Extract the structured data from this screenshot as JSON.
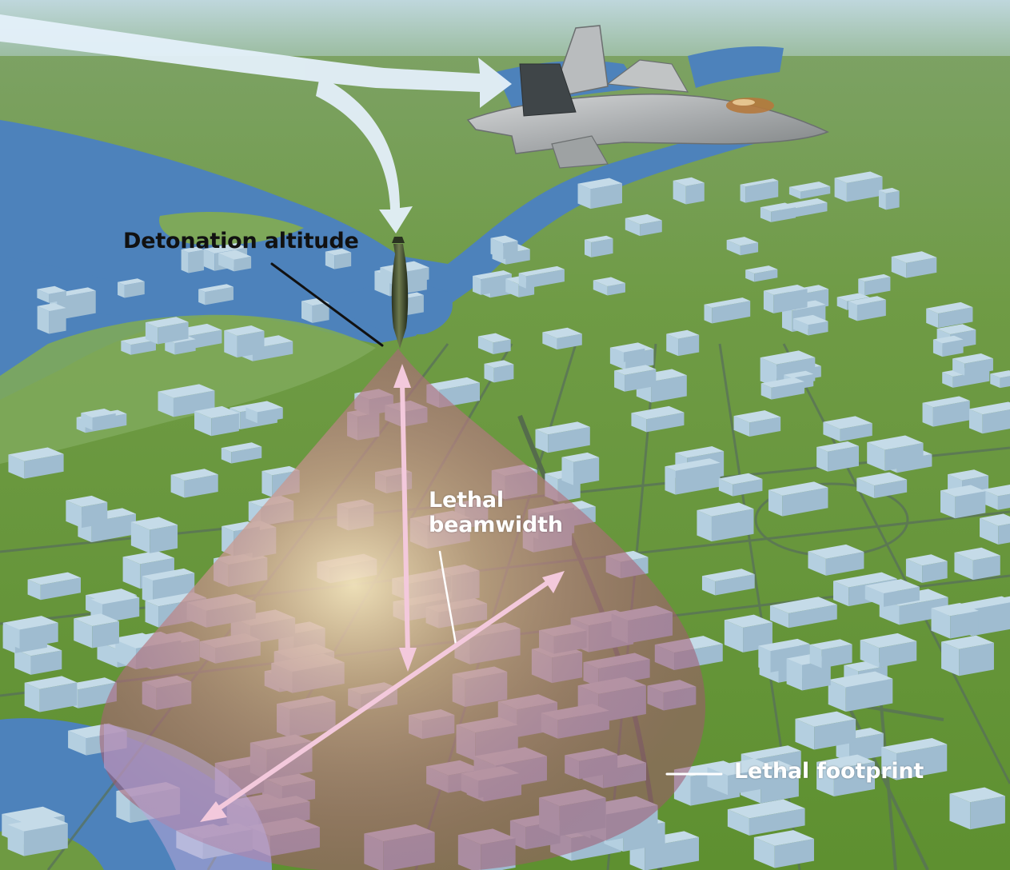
{
  "labels": {
    "detonation_altitude": "Detonation altitude",
    "lethal_beamwidth_line1": "Lethal",
    "lethal_beamwidth_line2": "beamwidth",
    "lethal_footprint": "Lethal footprint"
  },
  "colors": {
    "sky": "#bcd7e6",
    "ground": "#6e9a42",
    "water": "#4a7fb8",
    "buildings": "#c5dbe8",
    "beam": "#b6708c",
    "arrows": "#f3c9dc",
    "flight_path": "#e0eefa"
  },
  "icons": {
    "aircraft": "stealth-fighter-icon",
    "munition": "bomb-icon"
  }
}
